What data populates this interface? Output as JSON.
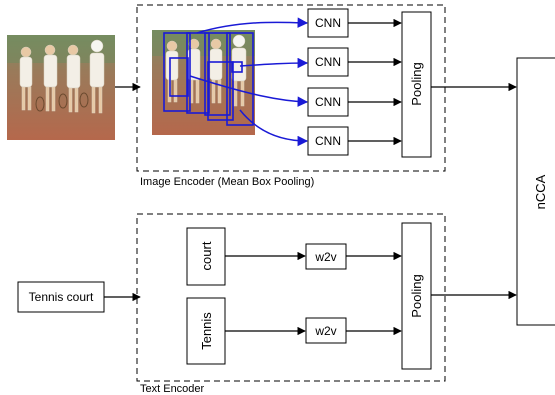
{
  "image_encoder": {
    "caption": "Image Encoder (Mean Box Pooling)",
    "cnn_labels": [
      "CNN",
      "CNN",
      "CNN",
      "CNN"
    ],
    "pooling_label": "Pooling"
  },
  "text_encoder": {
    "caption": "Text Encoder",
    "input_label": "Tennis court",
    "word_labels": [
      "court",
      "Tennis"
    ],
    "w2v_labels": [
      "w2v",
      "w2v"
    ],
    "pooling_label": "Pooling"
  },
  "ncca_label": "nCCA",
  "colors": {
    "line": "#000000",
    "box_arrow": "#1a1ad6",
    "photo_court": "#b5684c",
    "photo_sky": "#6f8a5e"
  },
  "icons": {
    "input_photo": "photo-four-women-tennis",
    "encoder_photo": "photo-with-bounding-boxes"
  }
}
